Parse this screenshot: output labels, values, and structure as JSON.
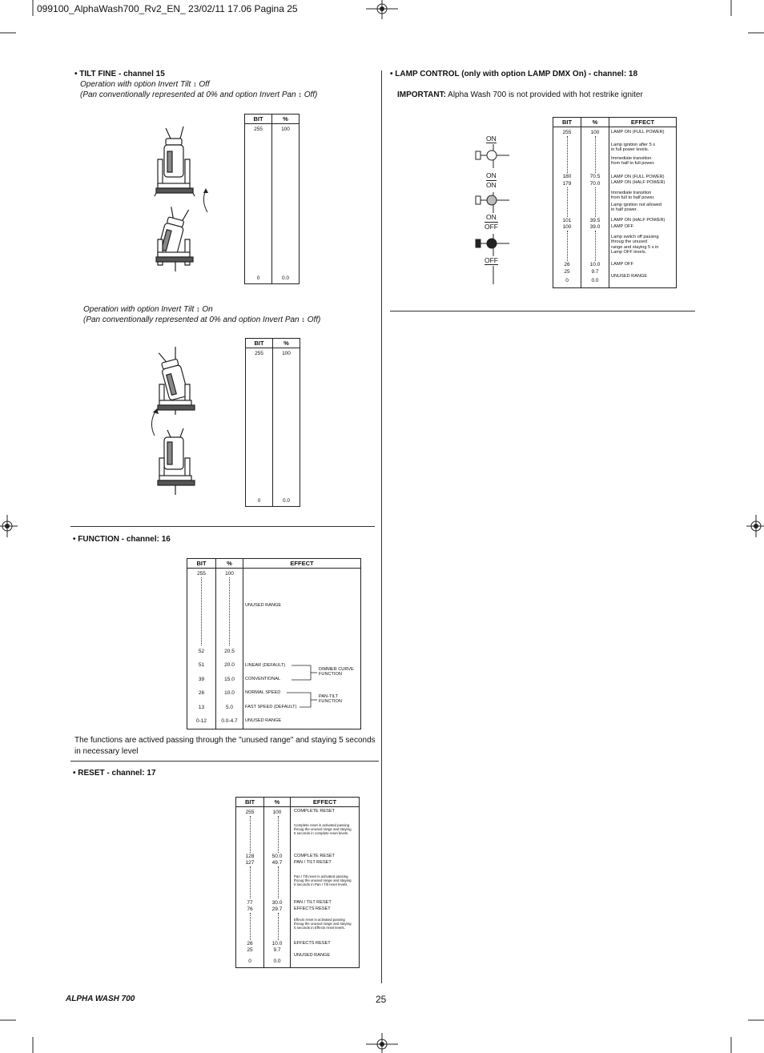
{
  "header": {
    "text": "099100_AlphaWash700_Rv2_EN_  23/02/11  17.06  Pagina 25"
  },
  "tilt": {
    "title": "• TILT FINE - channel 15",
    "op1_line1": "Operation with option Invert Tilt",
    "op1_state": "Off",
    "op1_line2": "(Pan conventionally represented at 0% and option Invert Pan",
    "op1_line2_end": "Off)",
    "op2_line1": "Operation with option Invert Tilt",
    "op2_state": "On",
    "op2_line2": "(Pan conventionally represented at 0% and option Invert Pan",
    "op2_line2_end": "Off)",
    "table1": {
      "h_bit": "BIT",
      "h_pct": "%",
      "top_bit": "255",
      "top_pct": "100",
      "bot_bit": "0",
      "bot_pct": "0.0"
    },
    "table2": {
      "h_bit": "BIT",
      "h_pct": "%",
      "top_bit": "255",
      "top_pct": "100",
      "bot_bit": "0",
      "bot_pct": "0.0"
    }
  },
  "function": {
    "title": "• FUNCTION - channel: 16",
    "h_bit": "BIT",
    "h_pct": "%",
    "h_eff": "EFFECT",
    "rows": [
      {
        "bit": "255",
        "pct": "100"
      },
      {
        "bit": "52",
        "pct": "20.5"
      },
      {
        "bit": "51",
        "pct": "20.0"
      },
      {
        "bit": "39",
        "pct": "15.0"
      },
      {
        "bit": "26",
        "pct": "10.0"
      },
      {
        "bit": "13",
        "pct": "5.0"
      },
      {
        "bit": "0-12",
        "pct": "0.0-4.7"
      }
    ],
    "eff_unused_top": "UNUSED RANGE",
    "eff_linear": "LINEAR  (DEFAULT)",
    "eff_conventional": "CONVENTIONAL",
    "eff_normal": "NORMAL SPEED",
    "eff_fast": "FAST SPEED (DEFAULT)",
    "eff_unused_bot": "UNUSED RANGE",
    "brace1": "DIMMER CURVE\nFUNCTION",
    "brace2": "PAN-TILT\nFUNCTION",
    "note": "The functions are actived passing through the \"unused range\" and staying 5 seconds in necessary level"
  },
  "reset": {
    "title": "• RESET - channel: 17",
    "h_bit": "BIT",
    "h_pct": "%",
    "h_eff": "EFFECT",
    "rows": [
      {
        "bit": "255",
        "pct": "100"
      },
      {
        "bit": "128",
        "pct": "50.0"
      },
      {
        "bit": "127",
        "pct": "49.7"
      },
      {
        "bit": "77",
        "pct": "30.0"
      },
      {
        "bit": "76",
        "pct": "29.7"
      },
      {
        "bit": "26",
        "pct": "10.0"
      },
      {
        "bit": "25",
        "pct": "9.7"
      },
      {
        "bit": "0",
        "pct": "0.0"
      }
    ],
    "e1": "COMPLETE RESET",
    "e1_note": "Complete reset is activated passing\nthroug the unused range and staying\n5 seconds in complete reset levels.",
    "e2": "COMPLETE RESET",
    "e3": "PAN / TILT RESET",
    "e3_note": "Pan / Tilt reset is activated passing\nthroug the unused range and staying\n5 seconds in Pan / Tilt reset levels.",
    "e4": "PAN / TILT RESET",
    "e5": "EFFECTS RESET",
    "e5_note": "Effects reset is activated passing\nthroug the unused range and staying\n5 seconds in Effects reset levels.",
    "e6": "EFFECTS RESET",
    "e7": "UNUSED RANGE"
  },
  "lamp": {
    "title": "•  LAMP CONTROL (only with option LAMP DMX On) - channel: 18",
    "important_label": "IMPORTANT:",
    "important_text": "Alpha Wash 700 is not provided with hot restrike igniter",
    "h_bit": "BIT",
    "h_pct": "%",
    "h_eff": "EFFECT",
    "rows": [
      {
        "bit": "255",
        "pct": "100"
      },
      {
        "bit": "180",
        "pct": "70.5"
      },
      {
        "bit": "179",
        "pct": "70.0"
      },
      {
        "bit": "101",
        "pct": "39.5"
      },
      {
        "bit": "100",
        "pct": "39.0"
      },
      {
        "bit": "26",
        "pct": "10.0"
      },
      {
        "bit": "25",
        "pct": "9.7"
      },
      {
        "bit": "0",
        "pct": "0.0"
      }
    ],
    "e1": "LAMP ON (FULL POWER)",
    "e1_note": "Lamp ignition after 5 s\nin full power levels.",
    "e1_note2": "Immediate transition\nfrom half to full power.",
    "e2": "LAMP ON (FULL POWER)",
    "e3": "LAMP ON (HALF POWER)",
    "e3_note": "Immediate transition\nfrom full to half power.",
    "e3_note2": "Lamp ignition not allowed\nin half power.",
    "e4": "LAMP ON (HALF POWER)",
    "e5": "LAMP OFF",
    "e5_note": "Lamp switch off passing\nthroug the unused\nrange and staying 5 s in\nLamp OFF levels.",
    "e6": "LAMP OFF",
    "e7": "UNUSED RANGE",
    "labels": [
      "ON",
      "ON",
      "ON",
      "ON",
      "OFF",
      "OFF"
    ]
  },
  "footer": {
    "brand": "ALPHA WASH 700",
    "page": "25"
  }
}
